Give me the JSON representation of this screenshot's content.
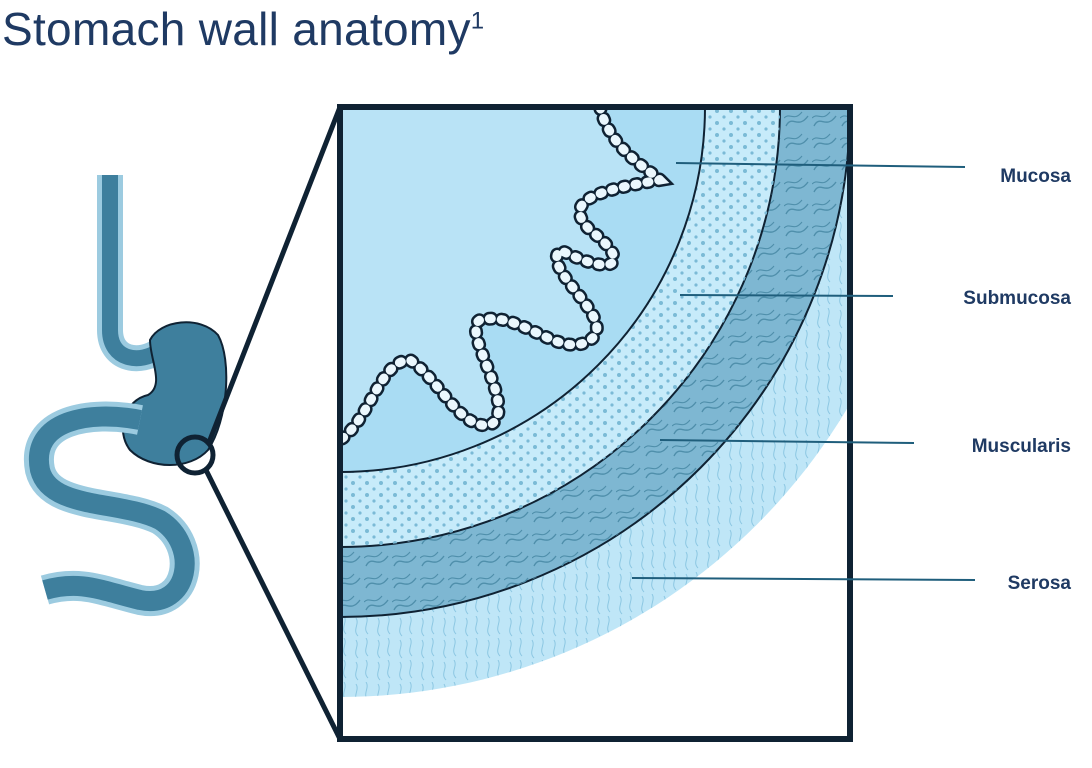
{
  "title": {
    "text": "Stomach wall anatomy",
    "superscript": "1"
  },
  "labels": {
    "mucosa": "Mucosa",
    "submucosa": "Submucosa",
    "muscularis": "Muscularis",
    "serosa": "Serosa"
  },
  "colors": {
    "title": "#1f3a63",
    "outline": "#0f2233",
    "mucosa": "#a9dcf3",
    "submucosa": "#c7ebfa",
    "muscularis": "#7eb7d2",
    "serosa": "#bfe6f7",
    "stomach": "#3e7f9d"
  }
}
